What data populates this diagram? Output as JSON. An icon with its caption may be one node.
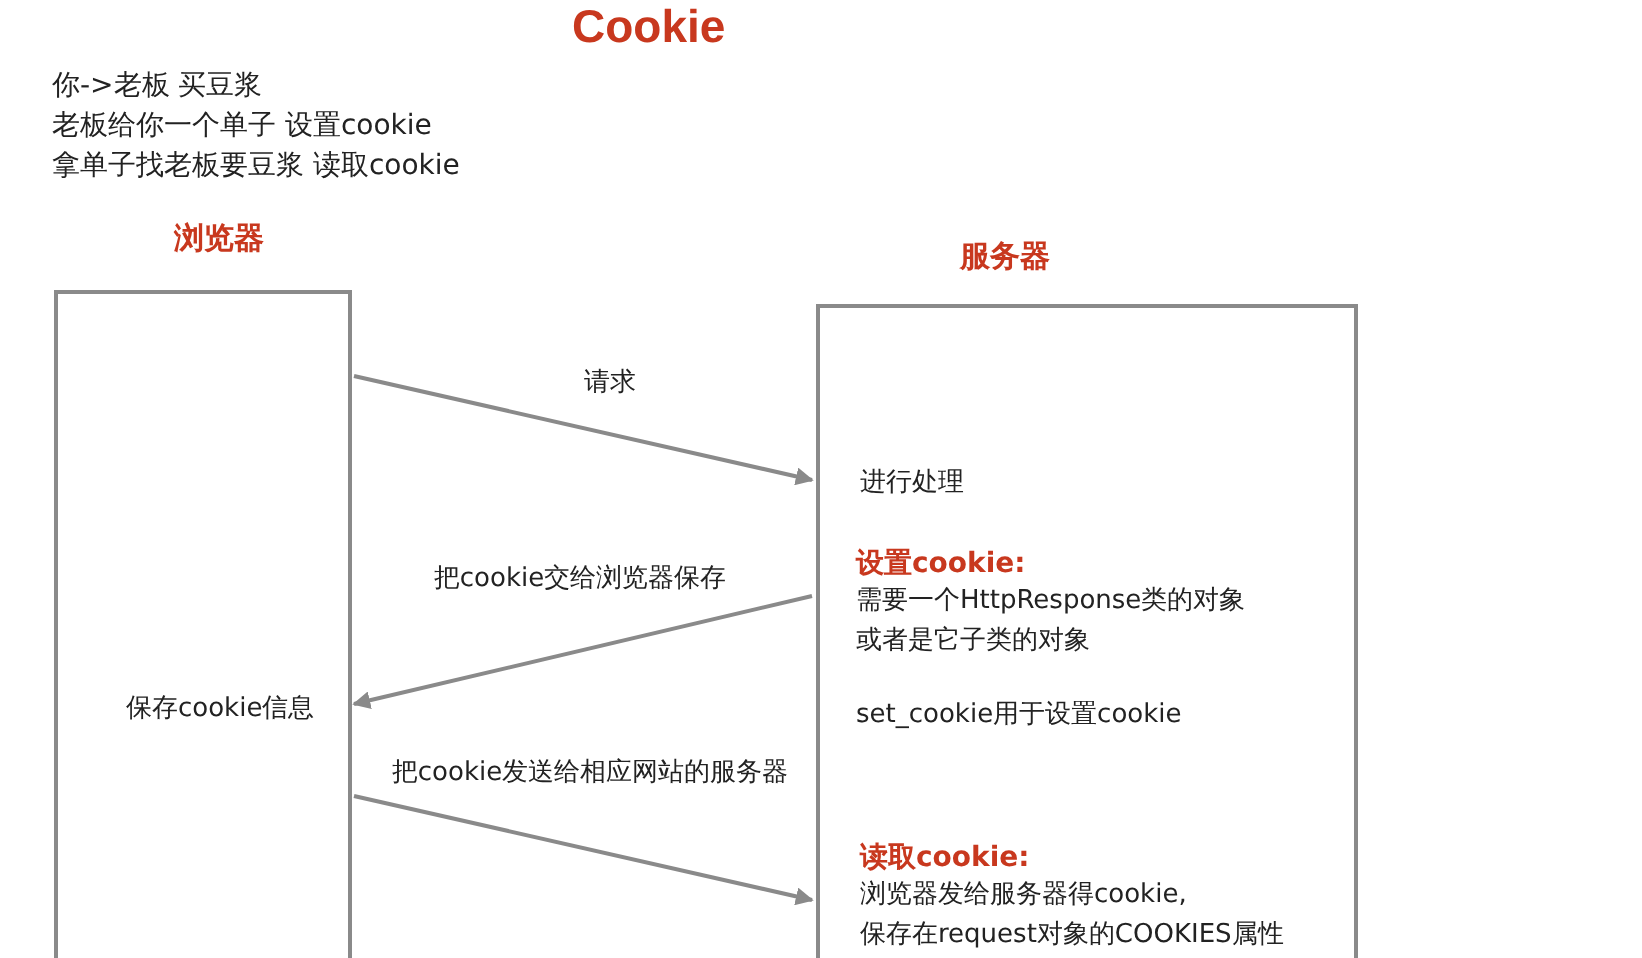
{
  "diagram": {
    "title": "Cookie",
    "nodes": [
      {
        "text": [
          "浏览器",
          "保存cookie信息"
        ]
      },
      {
        "text": [
          "服务器",
          "进行处理",
          "设置cookie:",
          "需要一个HttpResponse类的对象",
          "或者是它子类的对象",
          "set_cookie用于设置cookie",
          "读取cookie:",
          "浏览器发给服务器得cookie,",
          "保存在request对象的COOKIES属性"
        ]
      }
    ],
    "edges": [
      {
        "from": 0,
        "to": 1,
        "arrow": "to",
        "label": "请求"
      },
      {
        "from": 1,
        "to": 0,
        "arrow": "to",
        "label": "把cookie交给浏览器保存"
      },
      {
        "from": 0,
        "to": 1,
        "arrow": "to",
        "label": "把cookie发送给相应网站的服务器"
      }
    ],
    "labels": [
      "你->老板 买豆浆",
      "老板给你一个单子 设置cookie",
      "拿单子找老板要豆浆 读取cookie"
    ]
  }
}
